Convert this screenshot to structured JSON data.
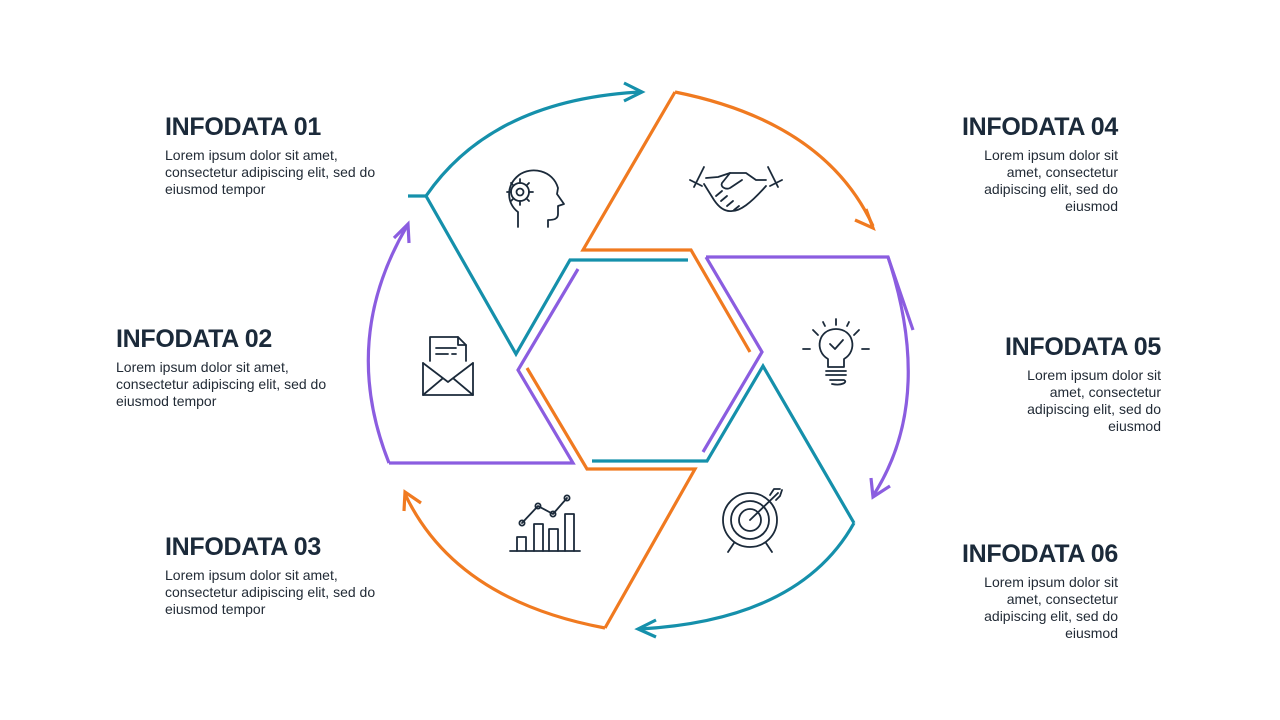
{
  "colors": {
    "teal": "#1590ab",
    "orange": "#f07a20",
    "purple": "#8b5de0",
    "icon": "#1b2a3a",
    "heading": "#1b2a3a"
  },
  "items": [
    {
      "title": "INFODATA 01",
      "text": "Lorem ipsum dolor sit amet, consectetur  adipiscing elit, sed do eiusmod tempor",
      "icon": "gear-head-icon",
      "color": "teal"
    },
    {
      "title": "INFODATA 02",
      "text": "Lorem ipsum dolor sit amet, consectetur  adipiscing elit, sed do eiusmod tempor",
      "icon": "envelope-document-icon",
      "color": "purple"
    },
    {
      "title": "INFODATA 03",
      "text": "Lorem ipsum dolor sit amet, consectetur  adipiscing elit, sed do eiusmod tempor",
      "icon": "bar-chart-icon",
      "color": "orange"
    },
    {
      "title": "INFODATA 04",
      "text": "Lorem ipsum dolor sit amet, consectetur adipiscing elit, sed do eiusmod",
      "icon": "handshake-icon",
      "color": "orange"
    },
    {
      "title": "INFODATA 05",
      "text": "Lorem ipsum dolor sit amet, consectetur adipiscing elit, sed do eiusmod",
      "icon": "lightbulb-icon",
      "color": "purple"
    },
    {
      "title": "INFODATA 06",
      "text": "Lorem ipsum dolor sit amet, consectetur adipiscing elit, sed do eiusmod",
      "icon": "target-icon",
      "color": "teal"
    }
  ]
}
